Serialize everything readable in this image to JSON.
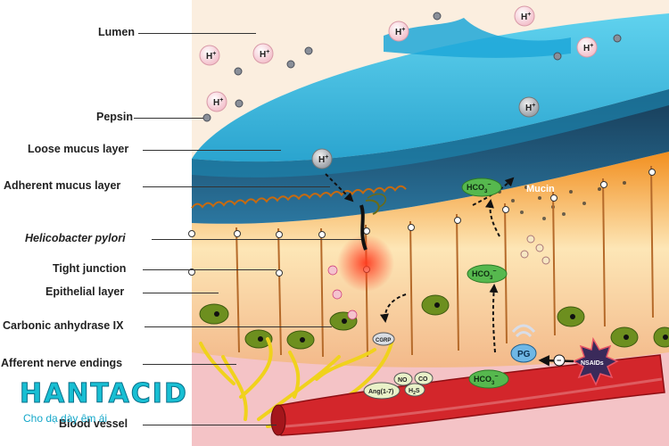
{
  "labels": {
    "lumen": "Lumen",
    "pepsin": "Pepsin",
    "loose_mucus": "Loose mucus layer",
    "adherent_mucus": "Adherent mucus layer",
    "h_pylori": "Helicobacter pylori",
    "tight_junction": "Tight junction",
    "epithelial": "Epithelial layer",
    "carbonic_anhydrase": "Carbonic anhydrase IX",
    "afferent_nerve": "Afferent nerve endings",
    "blood_vessel": "Blood vessel"
  },
  "annotations": {
    "h_ion": "H",
    "charge_plus": "+",
    "hco3_base": "HCO",
    "hco3_sub": "3",
    "hco3_sup": "−",
    "mucin": "Mucin",
    "pg": "PG",
    "nsaids": "NSAIDs",
    "no": "NO",
    "co": "CO",
    "h2s_base": "H",
    "h2s_sub": "2",
    "h2s_end": "S",
    "ang": "Ang(1-7)",
    "cgrp": "CGRP",
    "minus": "−"
  },
  "brand": {
    "name": "HANTACID",
    "slogan": "Cho dạ dày êm ái"
  },
  "colors": {
    "mucus_loose": "#3fbfe0",
    "mucus_adherent": "#1c4f73",
    "epithelium": "#f6a13a",
    "nucleus": "#6d8f1f",
    "blood_vessel": "#d3262b",
    "nerve": "#f0d21c",
    "brand": "#18bfd3"
  }
}
